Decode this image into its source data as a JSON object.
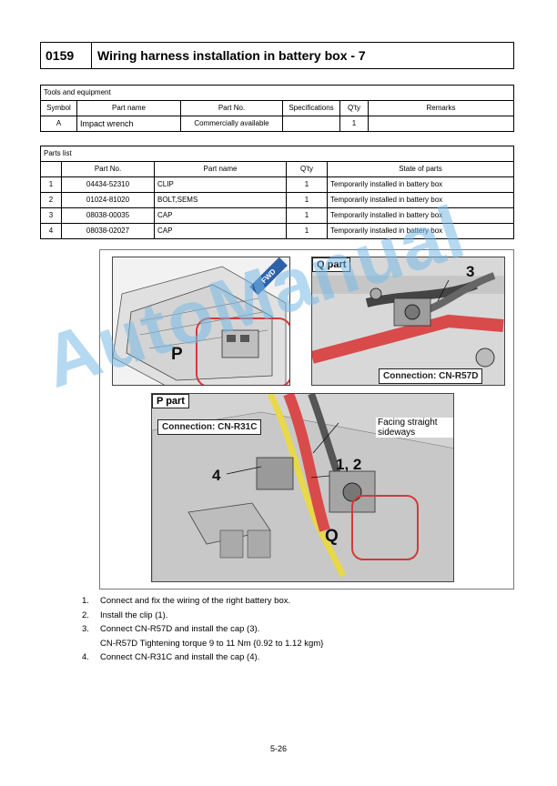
{
  "header": {
    "code": "0159",
    "title": "Wiring harness installation in battery box - 7"
  },
  "tools": {
    "caption": "Tools and equipment",
    "headers": [
      "Symbol",
      "Part name",
      "Part No.",
      "Specifications",
      "Q'ty",
      "Remarks"
    ],
    "rows": [
      {
        "symbol": "A",
        "part_name": "Impact wrench",
        "part_no": "Commercially available",
        "spec": "",
        "qty": "1",
        "remarks": ""
      }
    ]
  },
  "parts": {
    "caption": "Parts list",
    "headers": [
      "",
      "Part No.",
      "Part name",
      "Q'ty",
      "State of parts"
    ],
    "rows": [
      {
        "idx": "1",
        "part_no": "04434-52310",
        "part_name": "CLIP",
        "qty": "1",
        "state": "Temporarily installed in battery box"
      },
      {
        "idx": "2",
        "part_no": "01024-81020",
        "part_name": "BOLT,SEMS",
        "qty": "1",
        "state": "Temporarily installed in battery box"
      },
      {
        "idx": "3",
        "part_no": "08038-00035",
        "part_name": "CAP",
        "qty": "1",
        "state": "Temporarily installed in battery box"
      },
      {
        "idx": "4",
        "part_no": "08038-02027",
        "part_name": "CAP",
        "qty": "1",
        "state": "Temporarily installed in battery box"
      }
    ]
  },
  "figure": {
    "fwd": "FWD",
    "callout_p": "P",
    "q_part_label": "Q part",
    "callout_3": "3",
    "conn_q": "Connection: CN-R57D",
    "p_part_label": "P part",
    "conn_p": "Connection: CN-R31C",
    "facing_note": "Facing straight sideways",
    "callout_12": "1, 2",
    "callout_4": "4",
    "callout_q": "Q",
    "watermark": "AutoManual"
  },
  "steps": [
    {
      "num": "1.",
      "text": "Connect and fix the wiring of the right battery box."
    },
    {
      "num": "2.",
      "text": "Install the clip (1)."
    },
    {
      "num": "3.",
      "text": "Connect CN-R57D and install the cap (3).",
      "sub": "CN-R57D Tightening torque 9 to 11 Nm {0.92 to 1.12 kgm}"
    },
    {
      "num": "4.",
      "text": "Connect CN-R31C and install the cap (4)."
    }
  ],
  "page_number": "5-26",
  "colors": {
    "red_cable": "#d94a4a",
    "fwd_badge": "#2d62a8",
    "highlight_circle": "#d23a3a",
    "yellow_wire": "#e8d84a"
  }
}
